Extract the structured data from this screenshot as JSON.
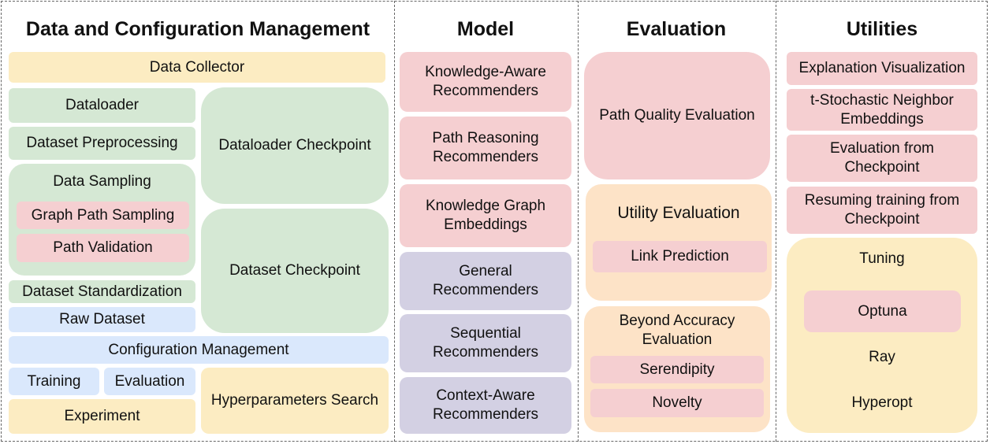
{
  "sections": {
    "data": {
      "title": "Data and Configuration Management",
      "data_collector": "Data Collector",
      "dataloader": "Dataloader",
      "dataset_preprocessing": "Dataset Preprocessing",
      "dataloader_checkpoint": "Dataloader Checkpoint",
      "data_sampling": "Data Sampling",
      "graph_path_sampling": "Graph Path Sampling",
      "path_validation": "Path Validation",
      "dataset_checkpoint": "Dataset Checkpoint",
      "dataset_standardization": "Dataset Standardization",
      "raw_dataset": "Raw Dataset",
      "configuration_management": "Configuration Management",
      "training": "Training",
      "evaluation": "Evaluation",
      "experiment": "Experiment",
      "hyperparameters_search": "Hyperparameters Search"
    },
    "model": {
      "title": "Model",
      "items": [
        "Knowledge-Aware\nRecommenders",
        "Path Reasoning\nRecommenders",
        "Knowledge Graph\nEmbeddings",
        "General\nRecommenders",
        "Sequential\nRecommenders",
        "Context-Aware\nRecommenders"
      ]
    },
    "evaluation": {
      "title": "Evaluation",
      "path_quality": "Path Quality Evaluation",
      "utility": "Utility Evaluation",
      "link_prediction": "Link Prediction",
      "beyond_accuracy": "Beyond Accuracy\nEvaluation",
      "serendipity": "Serendipity",
      "novelty": "Novelty"
    },
    "utilities": {
      "title": "Utilities",
      "explanation_visualization": "Explanation Visualization",
      "tsne": "t-Stochastic Neighbor\nEmbeddings",
      "evaluation_from_checkpoint": "Evaluation from\nCheckpoint",
      "resuming_training": "Resuming training from\nCheckpoint",
      "tuning": "Tuning",
      "optuna": "Optuna",
      "ray": "Ray",
      "hyperopt": "Hyperopt"
    }
  }
}
